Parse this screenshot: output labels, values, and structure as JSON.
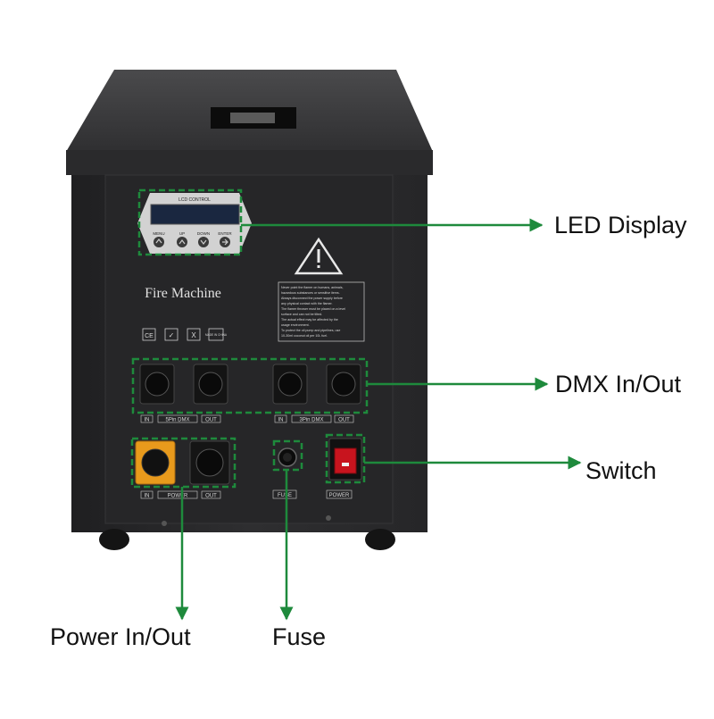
{
  "device": {
    "name": "Fire Machine",
    "lcd_header": "LCD CONTROL",
    "lcd_buttons": [
      "MENU",
      "UP",
      "DOWN",
      "ENTER"
    ],
    "warning_text": [
      "Never point the flamer on humans, animals,",
      "hazardous substances or sensitive items.",
      "Always disconnect the power supply before",
      "any physical contact with the flamer.",
      "The flamer thrower must be placed on a level",
      "surface and can not be tilted.",
      "The actual effect may be affected by the",
      "usage environment.",
      "To protect the oil pump and pipelines, use",
      "10-30ml coconut oil per 10L fuel."
    ],
    "cert_marks": [
      "CE",
      "✓",
      "X",
      "MADE IN CHINA"
    ],
    "port_labels": {
      "dmx5_in": "IN",
      "dmx5_mid": "5Pin  DMX",
      "dmx5_out": "OUT",
      "dmx3_in": "IN",
      "dmx3_mid": "3Pin  DMX",
      "dmx3_out": "OUT",
      "power_in": "IN",
      "power_mid": "POWER",
      "power_out": "OUT",
      "fuse": "FUSE",
      "switch": "POWER"
    }
  },
  "callouts": {
    "led_display": "LED Display",
    "dmx": "DMX In/Out",
    "switch": "Switch",
    "power": "Power In/Out",
    "fuse": "Fuse"
  },
  "colors": {
    "callout_line": "#1e8a3c",
    "body": "#2b2b2d",
    "top": "#3c3c3e",
    "power_connector": "#e89a1c",
    "switch_rocker": "#c8141e"
  }
}
